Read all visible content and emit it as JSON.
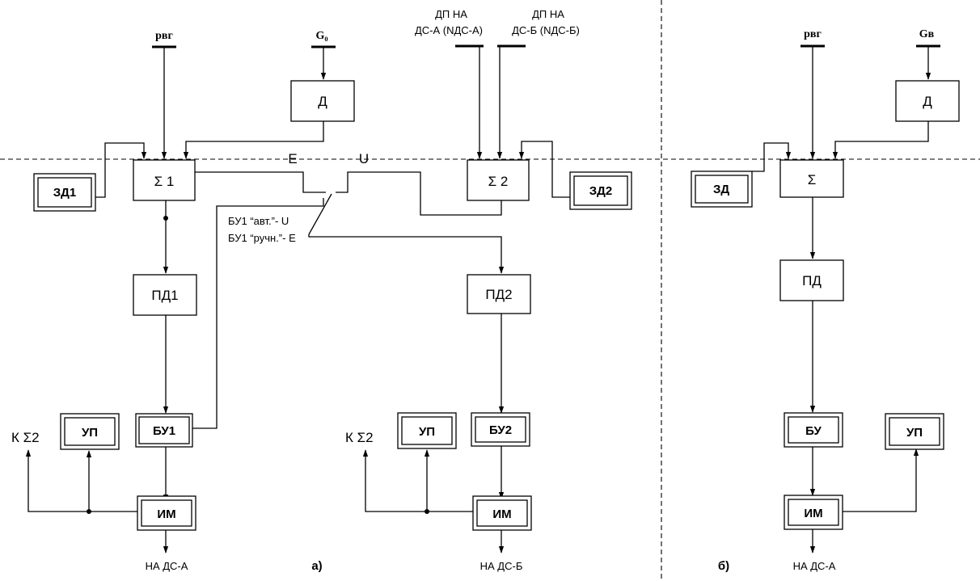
{
  "blocks": {
    "sum1": "Σ 1",
    "sum2": "Σ 2",
    "sumB": "Σ",
    "d1": "Д",
    "dB": "Д",
    "zd1": "ЗД1",
    "zd2": "ЗД2",
    "zdB": "ЗД",
    "pd1": "ПД1",
    "pd2": "ПД2",
    "pdB": "ПД",
    "bu1": "БУ1",
    "bu2": "БУ2",
    "buB": "БУ",
    "up1": "УП",
    "up2": "УП",
    "upB": "УП",
    "im1": "ИМ",
    "im2": "ИМ",
    "imB": "ИМ"
  },
  "inputs": {
    "p_a": "рвг",
    "g_a": "G₀",
    "p_b": "рвг",
    "g_b": "Gв",
    "dp_a_line1": "ДП НА",
    "dp_a_line2": "ДС-А (NДС-А)",
    "dp_b_line1": "ДП НА",
    "dp_b_line2": "ДС-Б (NДС-Б)"
  },
  "switch": {
    "e": "Е",
    "u": "U",
    "mode_auto": "БУ1 “авт.”- U",
    "mode_manual": "БУ1 “ручн.”- Е"
  },
  "outputs": {
    "k_sum2_left": "К Σ2",
    "k_sum2_mid": "К Σ2",
    "out_a": "НА ДС-А",
    "out_b": "НА ДС-Б",
    "out_c": "НА ДС-А"
  },
  "captions": {
    "a": "а)",
    "b": "б)"
  }
}
